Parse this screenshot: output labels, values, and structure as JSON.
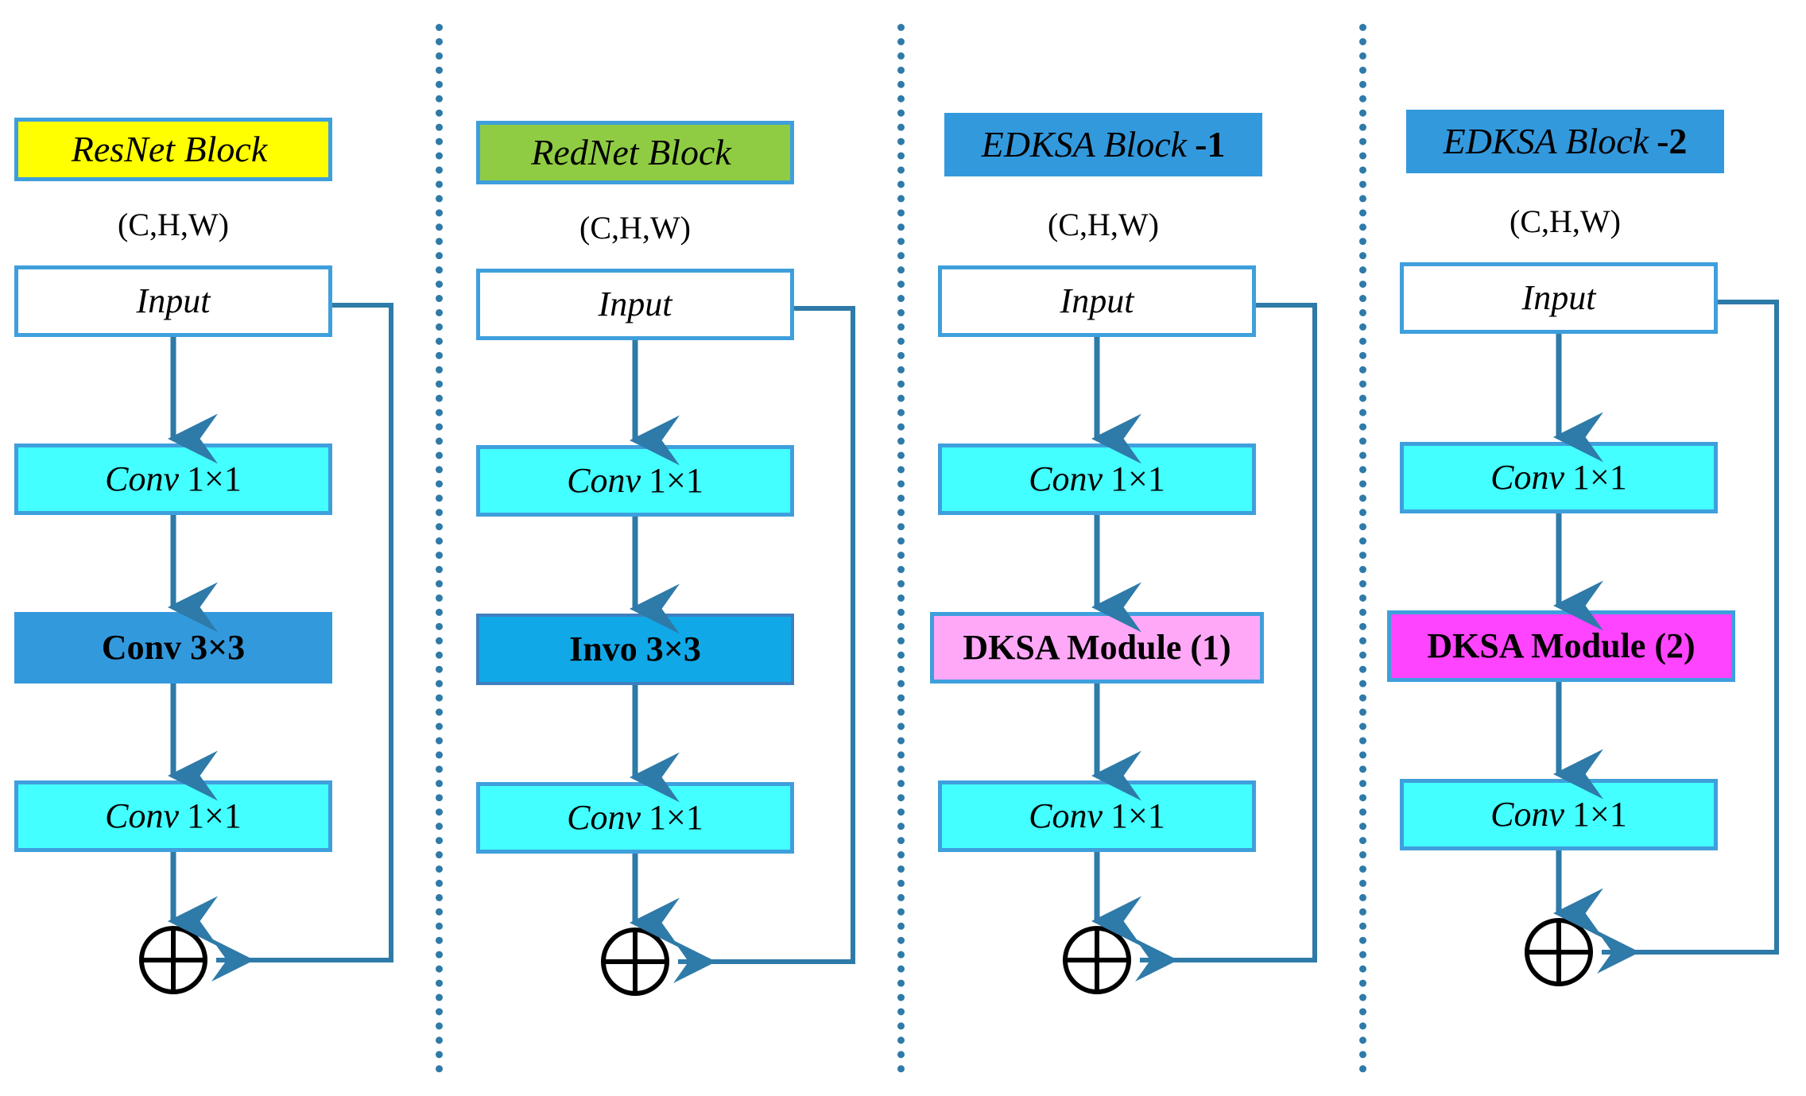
{
  "figure": {
    "title": "Comparison of ResNet, RedNet and EDKSA residual blocks",
    "divider_color": "#2e7aa8",
    "arrow_color": "#2e7aa8"
  },
  "columns": [
    {
      "id": "resnet",
      "header": {
        "italic": "ResNet Block",
        "suffix": "",
        "fill": "#ffff00",
        "border": "#3f9fdc"
      },
      "shape_label": "(C,H,W)",
      "nodes": [
        {
          "name": "input",
          "italic": "Input",
          "upright": "",
          "fill": "#ffffff",
          "border": "#3f9fdc"
        },
        {
          "name": "conv1x1-top",
          "italic": "Conv",
          "upright": "1×1",
          "fill": "#44ffff",
          "border": "#3f9fdc"
        },
        {
          "name": "conv3x3",
          "italic": "",
          "upright": "Conv 3×3",
          "fill": "#3399dd",
          "border": "none"
        },
        {
          "name": "conv1x1-bottom",
          "italic": "Conv",
          "upright": "1×1",
          "fill": "#44ffff",
          "border": "#3f9fdc"
        }
      ],
      "sum_symbol": "⊕"
    },
    {
      "id": "rednet",
      "header": {
        "italic": "RedNet Block",
        "suffix": "",
        "fill": "#8fcc43",
        "border": "#3f9fdc"
      },
      "shape_label": "(C,H,W)",
      "nodes": [
        {
          "name": "input",
          "italic": "Input",
          "upright": "",
          "fill": "#ffffff",
          "border": "#3f9fdc"
        },
        {
          "name": "conv1x1-top",
          "italic": "Conv",
          "upright": "1×1",
          "fill": "#44ffff",
          "border": "#3f9fdc"
        },
        {
          "name": "invo3x3",
          "italic": "",
          "upright": "Invo 3×3",
          "fill": "#11a8e8",
          "border": "#3f7fbf"
        },
        {
          "name": "conv1x1-bottom",
          "italic": "Conv",
          "upright": "1×1",
          "fill": "#44ffff",
          "border": "#3f9fdc"
        }
      ],
      "sum_symbol": "⊕"
    },
    {
      "id": "edksa-1",
      "header": {
        "italic": "EDKSA Block",
        "suffix": "-1",
        "fill": "#3399dd",
        "border": "none"
      },
      "shape_label": "(C,H,W)",
      "nodes": [
        {
          "name": "input",
          "italic": "Input",
          "upright": "",
          "fill": "#ffffff",
          "border": "#3f9fdc"
        },
        {
          "name": "conv1x1-top",
          "italic": "Conv",
          "upright": "1×1",
          "fill": "#44ffff",
          "border": "#3f9fdc"
        },
        {
          "name": "dksa-module-1",
          "italic": "",
          "upright": "DKSA Module (1)",
          "fill": "#ffa8f8",
          "border": "#3f9fdc"
        },
        {
          "name": "conv1x1-bottom",
          "italic": "Conv",
          "upright": "1×1",
          "fill": "#44ffff",
          "border": "#3f9fdc"
        }
      ],
      "sum_symbol": "⊕"
    },
    {
      "id": "edksa-2",
      "header": {
        "italic": "EDKSA Block",
        "suffix": "-2",
        "fill": "#3399dd",
        "border": "none"
      },
      "shape_label": "(C,H,W)",
      "nodes": [
        {
          "name": "input",
          "italic": "Input",
          "upright": "",
          "fill": "#ffffff",
          "border": "#3f9fdc"
        },
        {
          "name": "conv1x1-top",
          "italic": "Conv",
          "upright": "1×1",
          "fill": "#44ffff",
          "border": "#3f9fdc"
        },
        {
          "name": "dksa-module-2",
          "italic": "",
          "upright": "DKSA Module (2)",
          "fill": "#ff44ff",
          "border": "#3f9fdc"
        },
        {
          "name": "conv1x1-bottom",
          "italic": "Conv",
          "upright": "1×1",
          "fill": "#44ffff",
          "border": "#3f9fdc"
        }
      ],
      "sum_symbol": "⊕"
    }
  ]
}
